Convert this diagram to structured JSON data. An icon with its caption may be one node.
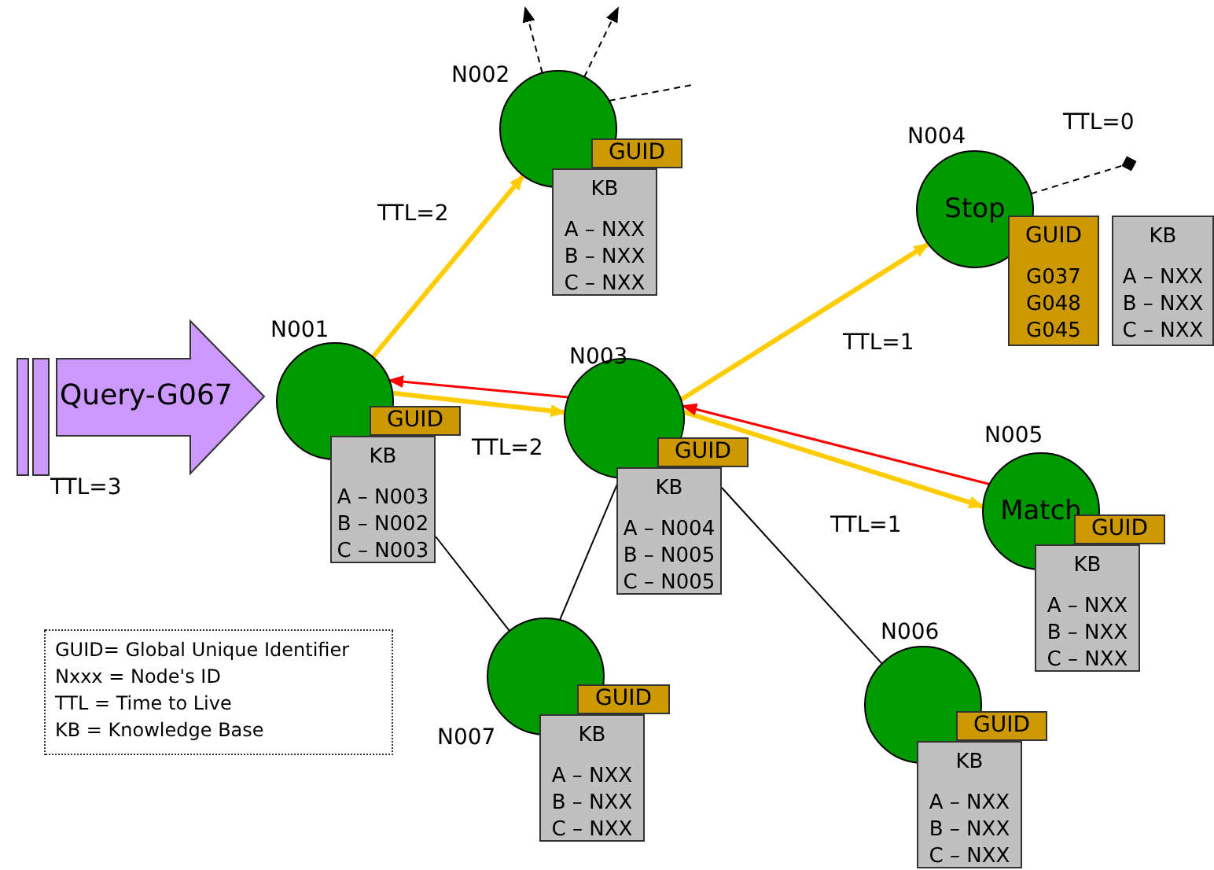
{
  "diagram": {
    "nodes": [
      {
        "text": [
          "N002"
        ]
      },
      {
        "text": [
          "GUID"
        ]
      },
      {
        "text": [
          "KB",
          "A – NXX",
          "B – NXX",
          "C – NXX"
        ]
      },
      {
        "text": [
          "N004",
          "Stop"
        ]
      },
      {
        "text": [
          "GUID",
          "G037",
          "G048",
          "G045"
        ]
      },
      {
        "text": [
          "KB",
          "A – NXX",
          "B – NXX",
          "C – NXX"
        ]
      },
      {
        "text": [
          "Query-G067"
        ],
        "beside": [
          "TTL=3"
        ]
      },
      {
        "text": [
          "N001"
        ]
      },
      {
        "text": [
          "GUID"
        ]
      },
      {
        "text": [
          "KB",
          "A – N003",
          "B – N002",
          "C – N003"
        ]
      },
      {
        "text": [
          "N003"
        ]
      },
      {
        "text": [
          "GUID"
        ]
      },
      {
        "text": [
          "KB",
          "A – N004",
          "B – N005",
          "C – N005"
        ]
      },
      {
        "text": [
          "N005",
          "Match"
        ]
      },
      {
        "text": [
          "GUID"
        ]
      },
      {
        "text": [
          "KB",
          "A – NXX",
          "B – NXX",
          "C – NXX"
        ]
      },
      {
        "text": [
          "N006"
        ]
      },
      {
        "text": [
          "GUID"
        ]
      },
      {
        "text": [
          "KB",
          "A – NXX",
          "B – NXX",
          "C – NXX"
        ]
      },
      {
        "text": [
          "N007"
        ]
      },
      {
        "text": [
          "GUID"
        ]
      },
      {
        "text": [
          "KB",
          "A – NXX",
          "B – NXX",
          "C – NXX"
        ]
      }
    ],
    "edges": [
      {
        "from": 7,
        "to": 0,
        "arrow": "to",
        "label": "TTL=2",
        "style": "thick",
        "color": "#ffcc00"
      },
      {
        "from": 7,
        "to": 10,
        "arrow": "to",
        "label": "TTL=2",
        "style": "thick",
        "color": "#ffcc00"
      },
      {
        "from": 10,
        "to": 7,
        "arrow": "to",
        "color": "#ff0000"
      },
      {
        "from": 10,
        "to": 3,
        "arrow": "to",
        "label": "TTL=1",
        "style": "thick",
        "color": "#ffcc00"
      },
      {
        "from": 10,
        "to": 13,
        "arrow": "to",
        "label": "TTL=1",
        "style": "thick",
        "color": "#ffcc00"
      },
      {
        "from": 13,
        "to": 10,
        "arrow": "to",
        "color": "#ff0000"
      },
      {
        "from": 9,
        "to": 19,
        "arrow": "none"
      },
      {
        "from": 10,
        "to": 19,
        "arrow": "none"
      },
      {
        "from": 12,
        "to": 16,
        "arrow": "none"
      },
      {
        "from": 0,
        "to": null,
        "arrow": "to",
        "style": "dashed"
      },
      {
        "from": 0,
        "to": null,
        "arrow": "to",
        "style": "dashed"
      },
      {
        "from": 0,
        "to": null,
        "arrow": "none",
        "style": "dashed"
      },
      {
        "from": 3,
        "to": null,
        "arrow": "other",
        "style": "dashed"
      }
    ],
    "labels": [
      "TTL=0",
      "GUID= Global Unique Identifier",
      "Nxxx = Node's ID",
      "TTL = Time to Live",
      "KB = Knowledge Base"
    ]
  }
}
